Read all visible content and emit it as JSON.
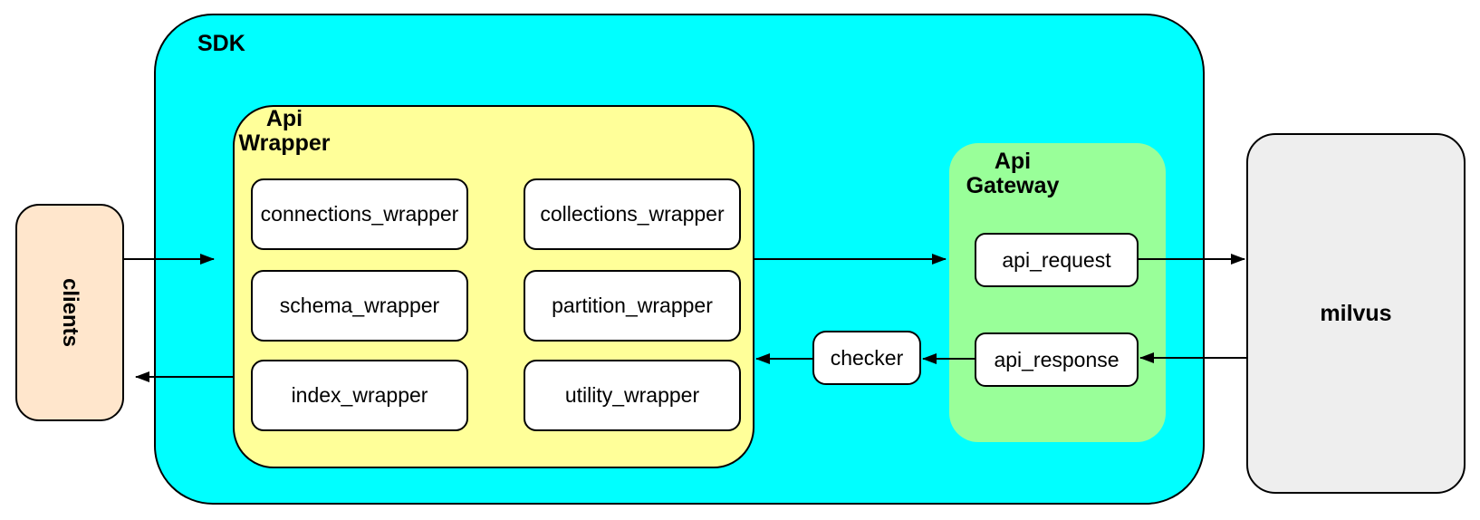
{
  "colors": {
    "canvas-bg": "#ffffff",
    "sdk-fill": "#00ffff",
    "wrapper-fill": "#ffff99",
    "gateway-fill": "#99ff99",
    "clients-fill": "#ffe6cc",
    "milvus-fill": "#eeeeee",
    "node-fill": "#ffffff",
    "stroke": "#000000"
  },
  "nodes": {
    "sdk": {
      "label": "SDK"
    },
    "clients": {
      "label": "clients"
    },
    "api_wrapper": {
      "title_lines": [
        "Api",
        "Wrapper"
      ],
      "boxes": [
        {
          "label": "connections_wrapper"
        },
        {
          "label": "collections_wrapper"
        },
        {
          "label": "schema_wrapper"
        },
        {
          "label": "partition_wrapper"
        },
        {
          "label": "index_wrapper"
        },
        {
          "label": "utility_wrapper"
        }
      ]
    },
    "api_gateway": {
      "title_lines": [
        "Api",
        "Gateway"
      ],
      "boxes": [
        {
          "label": "api_request"
        },
        {
          "label": "api_response"
        }
      ]
    },
    "checker": {
      "label": "checker"
    },
    "milvus": {
      "label": "milvus"
    }
  }
}
